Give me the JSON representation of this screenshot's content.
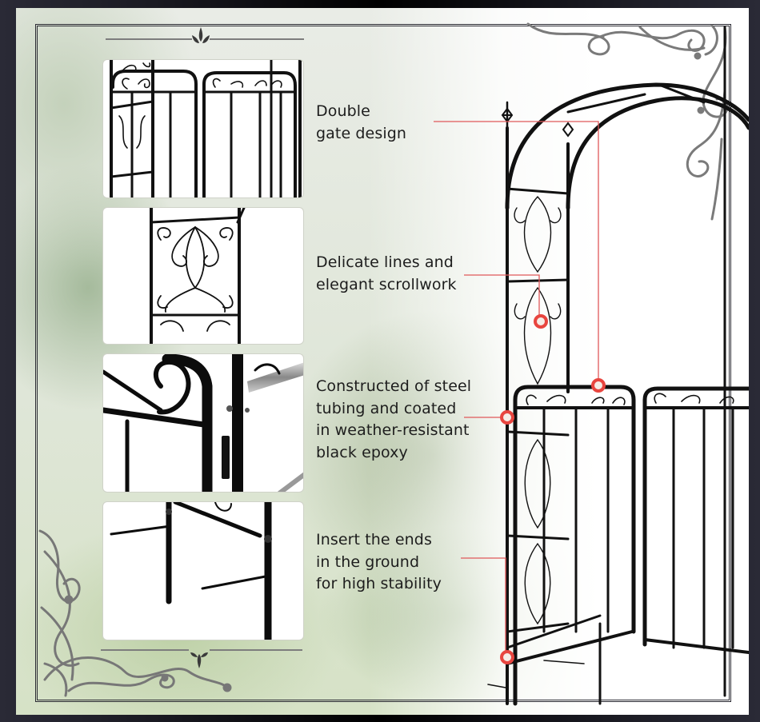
{
  "features": [
    {
      "id": "double-gate",
      "line1": "Double",
      "line2": "gate design",
      "line3": "",
      "line4": ""
    },
    {
      "id": "scrollwork",
      "line1": "Delicate lines and",
      "line2": "elegant scrollwork",
      "line3": "",
      "line4": ""
    },
    {
      "id": "steel-tubing",
      "line1": "Constructed of steel",
      "line2": "tubing and coated",
      "line3": "in weather-resistant",
      "line4": "black epoxy"
    },
    {
      "id": "ground-stakes",
      "line1": "Insert the ends",
      "line2": "in the ground",
      "line3": "for high stability",
      "line4": ""
    }
  ],
  "colors": {
    "callout_line": "#e0585a",
    "callout_marker": "#e8453f",
    "metal": "#111111",
    "frame": "#1e1e26",
    "ornament": "#7a7a7a"
  }
}
